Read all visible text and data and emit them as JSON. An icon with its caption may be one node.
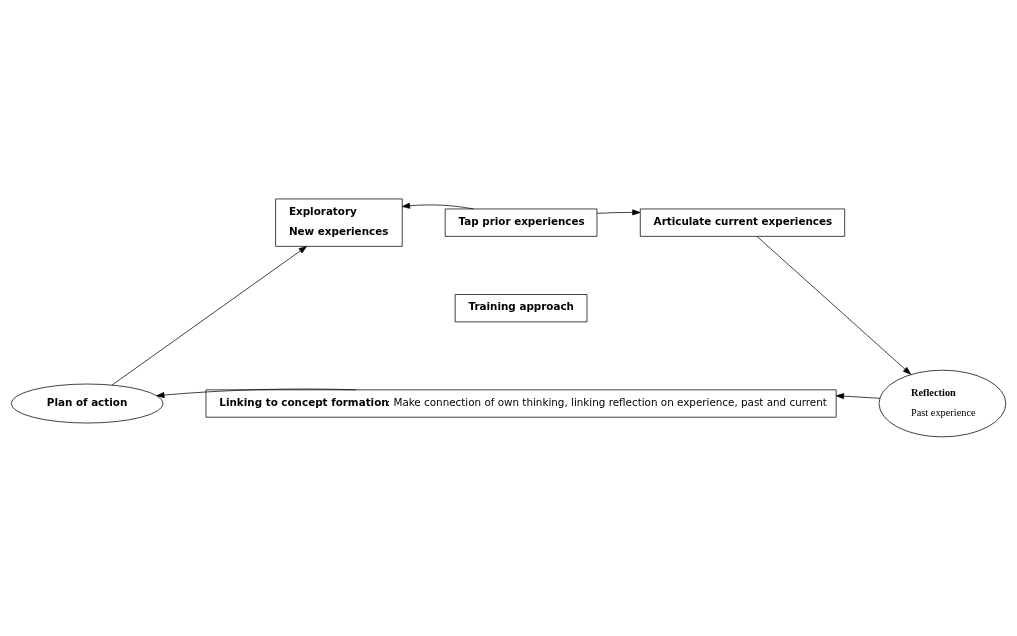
{
  "diagram": {
    "nodes": [
      {
        "text": [
          "Exploratory",
          "New experiences"
        ]
      },
      {
        "text": [
          "Tap prior experiences"
        ]
      },
      {
        "text": [
          "Articulate current experiences"
        ]
      },
      {
        "text": [
          "Training approach"
        ]
      },
      {
        "text": [
          "Plan of action"
        ]
      },
      {
        "text": [
          "Reflection",
          "Past experience"
        ]
      },
      {
        "text": [
          "**Linking to concept formation**: Make connection of own thinking, linking reflection on experience, past and current"
        ]
      }
    ],
    "edges": [
      {
        "from": 1,
        "to": 0,
        "arrow": "to"
      },
      {
        "from": 1,
        "to": 2,
        "arrow": "to"
      },
      {
        "from": 2,
        "to": 5,
        "arrow": "to"
      },
      {
        "from": 4,
        "to": 0,
        "arrow": "to"
      },
      {
        "from": 5,
        "to": 6,
        "arrow": "to"
      },
      {
        "from": 6,
        "to": 4,
        "arrow": "to"
      }
    ]
  }
}
